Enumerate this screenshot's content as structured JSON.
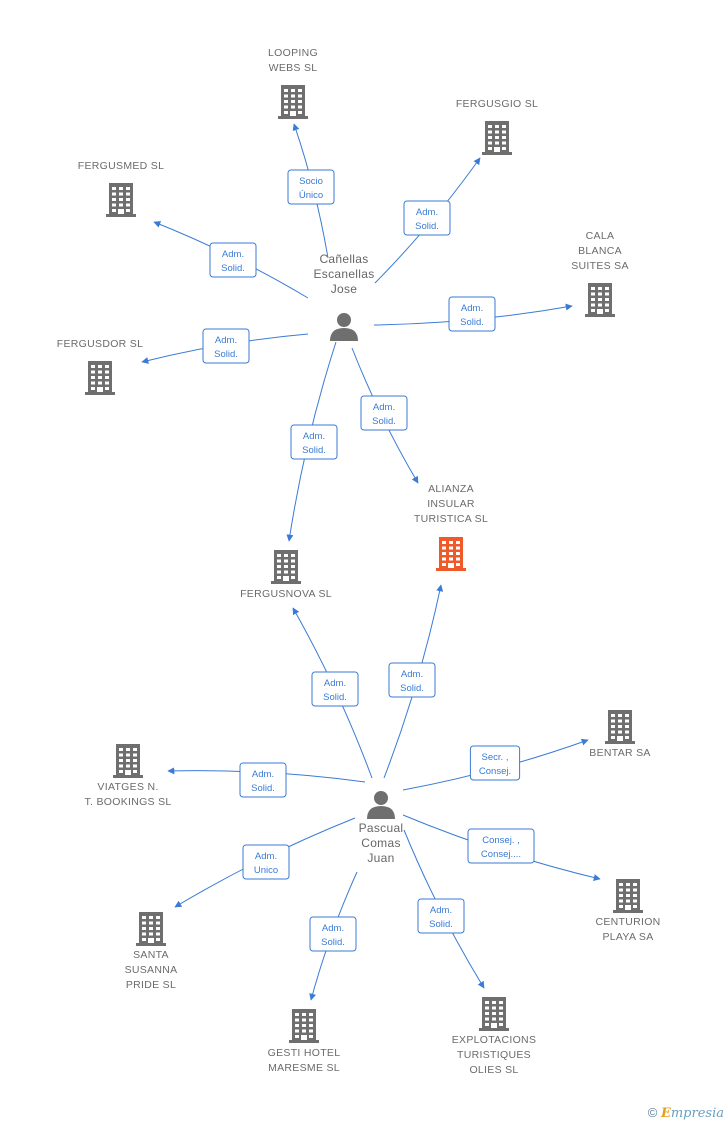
{
  "colors": {
    "edge": "#3a7bd5",
    "company": "#6f6f6f",
    "company_highlight": "#f05a2a",
    "person": "#6f6f6f"
  },
  "persons": [
    {
      "id": "p1",
      "name": [
        "Cañellas",
        "Escanellas",
        "Jose"
      ]
    },
    {
      "id": "p2",
      "name": [
        "Pascual",
        "Comas",
        "Juan"
      ]
    }
  ],
  "companies": [
    {
      "id": "c1",
      "name": [
        "LOOPING",
        "WEBS SL"
      ]
    },
    {
      "id": "c2",
      "name": [
        "FERGUSGIO  SL"
      ]
    },
    {
      "id": "c3",
      "name": [
        "FERGUSMED  SL"
      ]
    },
    {
      "id": "c4",
      "name": [
        "CALA",
        "BLANCA",
        "SUITES SA"
      ]
    },
    {
      "id": "c5",
      "name": [
        "FERGUSDOR  SL"
      ]
    },
    {
      "id": "c6",
      "name": [
        "ALIANZA",
        "INSULAR",
        "TURISTICA SL"
      ],
      "highlight": true
    },
    {
      "id": "c7",
      "name": [
        "FERGUSNOVA SL"
      ]
    },
    {
      "id": "c8",
      "name": [
        "BENTAR SA"
      ]
    },
    {
      "id": "c9",
      "name": [
        "VIATGES N.",
        "T. BOOKINGS SL"
      ]
    },
    {
      "id": "c10",
      "name": [
        "CENTURION",
        "PLAYA SA"
      ]
    },
    {
      "id": "c11",
      "name": [
        "SANTA",
        "SUSANNA",
        "PRIDE SL"
      ]
    },
    {
      "id": "c12",
      "name": [
        "GESTI HOTEL",
        "MARESME SL"
      ]
    },
    {
      "id": "c13",
      "name": [
        "EXPLOTACIONS",
        "TURISTIQUES",
        "OLIES SL"
      ]
    }
  ],
  "edges": [
    {
      "from": "p1",
      "to": "c1",
      "label": [
        "Socio",
        "Único"
      ]
    },
    {
      "from": "p1",
      "to": "c2",
      "label": [
        "Adm.",
        "Solid."
      ]
    },
    {
      "from": "p1",
      "to": "c3",
      "label": [
        "Adm.",
        "Solid."
      ]
    },
    {
      "from": "p1",
      "to": "c4",
      "label": [
        "Adm.",
        "Solid."
      ]
    },
    {
      "from": "p1",
      "to": "c5",
      "label": [
        "Adm.",
        "Solid."
      ]
    },
    {
      "from": "p1",
      "to": "c6",
      "label": [
        "Adm.",
        "Solid."
      ]
    },
    {
      "from": "p1",
      "to": "c7",
      "label": [
        "Adm.",
        "Solid."
      ]
    },
    {
      "from": "p2",
      "to": "c7",
      "label": [
        "Adm.",
        "Solid."
      ]
    },
    {
      "from": "p2",
      "to": "c6",
      "label": [
        "Adm.",
        "Solid."
      ]
    },
    {
      "from": "p2",
      "to": "c8",
      "label": [
        "Secr. ,",
        "Consej."
      ]
    },
    {
      "from": "p2",
      "to": "c9",
      "label": [
        "Adm.",
        "Solid."
      ]
    },
    {
      "from": "p2",
      "to": "c10",
      "label": [
        "Consej. ,",
        "Consej...."
      ]
    },
    {
      "from": "p2",
      "to": "c11",
      "label": [
        "Adm.",
        "Unico"
      ]
    },
    {
      "from": "p2",
      "to": "c12",
      "label": [
        "Adm.",
        "Solid."
      ]
    },
    {
      "from": "p2",
      "to": "c13",
      "label": [
        "Adm.",
        "Solid."
      ]
    }
  ],
  "footer": {
    "copyright_symbol": "©",
    "brand_initial": "E",
    "brand_rest": "mpresia"
  }
}
